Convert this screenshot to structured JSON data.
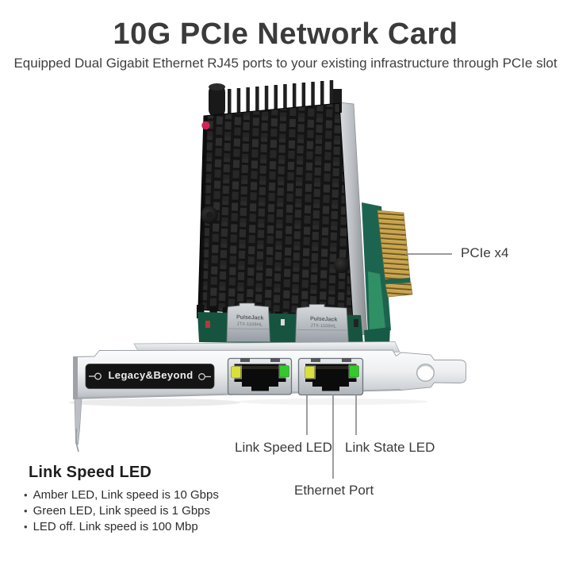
{
  "header": {
    "title": "10G PCIe Network Card",
    "subtitle": "Equipped Dual Gigabit Ethernet RJ45 ports to your existing infrastructure through PCIe slot"
  },
  "card": {
    "bracket_label": "Legacy&Beyond",
    "magnetics_brand": "PulseJack",
    "magnetics_model": "JTX-1109HL"
  },
  "callouts": {
    "pcie_slot": "PCIe x4",
    "link_speed_led": "Link Speed LED",
    "link_state_led": "Link State LED",
    "ethernet_port": "Ethernet Port"
  },
  "legend": {
    "heading": "Link Speed LED",
    "items": [
      "Amber LED, Link speed is 10 Gbps",
      "Green LED, Link speed is 1 Gbps",
      "LED off. Link speed is 100 Mbp"
    ]
  },
  "colors": {
    "led_amber": "#d9e03c",
    "led_green": "#35c92e",
    "pcb_green": "#1c6450",
    "connector_gold": "#c9a44b",
    "text_dark": "#3b3b3b"
  }
}
